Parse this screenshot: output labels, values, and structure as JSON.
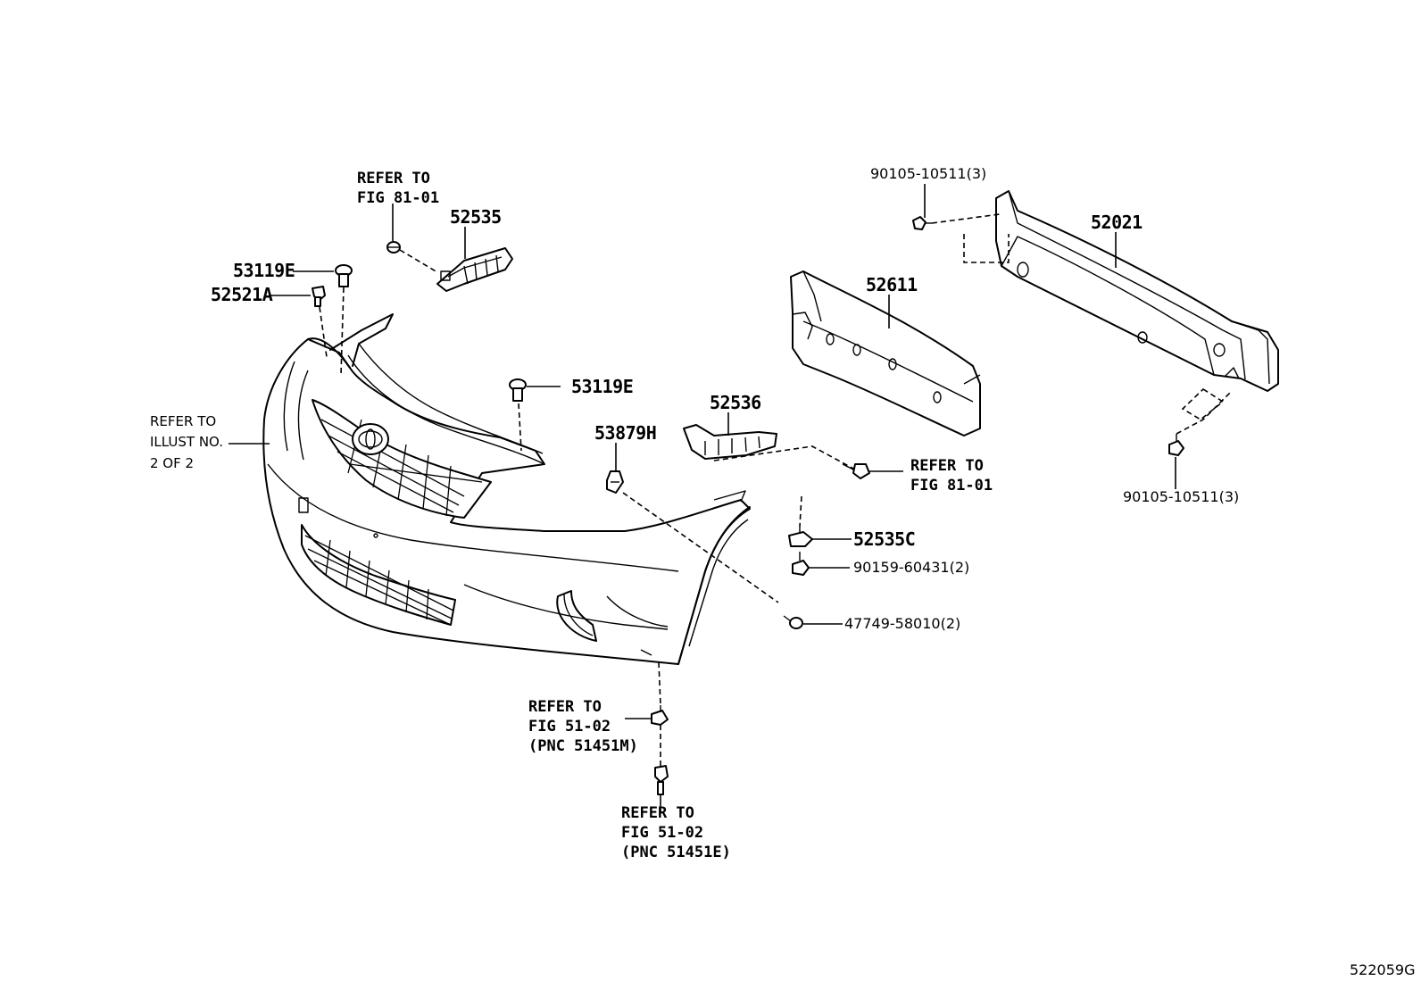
{
  "labels": {
    "refer_fig_81_01_top": [
      "REFER TO",
      "FIG 81-01"
    ],
    "refer_fig_81_01_right": [
      "REFER TO",
      "FIG 81-01"
    ],
    "refer_illust": [
      "REFER TO",
      "ILLUST NO.",
      "2 OF 2"
    ],
    "refer_fig_51_02_m": [
      "REFER TO",
      "FIG 51-02",
      "(PNC 51451M)"
    ],
    "refer_fig_51_02_e": [
      "REFER TO",
      "FIG 51-02",
      "(PNC 51451E)"
    ]
  },
  "parts": {
    "p52535": "52535",
    "p53119e_top": "53119E",
    "p52521a": "52521A",
    "p53119e_mid": "53119E",
    "p53879h": "53879H",
    "p52536": "52536",
    "p52611": "52611",
    "p52021": "52021",
    "p90105_top": "90105-10511(3)",
    "p90105_bottom": "90105-10511(3)",
    "p52535c": "52535C",
    "p90159": "90159-60431(2)",
    "p47749": "47749-58010(2)"
  },
  "diagram_code": "522059G"
}
